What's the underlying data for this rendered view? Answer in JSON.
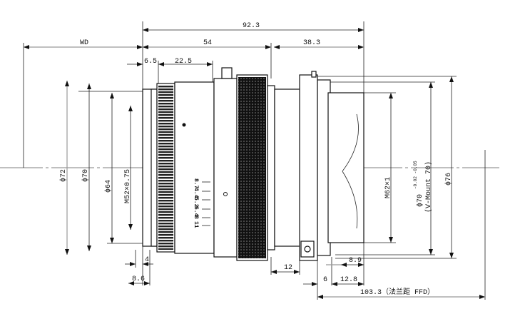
{
  "drawing": {
    "dims": {
      "overall": "92.3",
      "wd": "WD",
      "front_len": "54",
      "rear_len": "38.3",
      "front_offset": "6.5",
      "focus_ring_pos": "22.5",
      "d72": "ϕ72",
      "d70": "ϕ70",
      "d64": "ϕ64",
      "filter_thread": "M52×0.75",
      "mount_thread": "M62×1",
      "vmount_dia": "ϕ70",
      "vmount_tol": "-0.02 -0.05",
      "vmount_name": "(V-Mount 70)",
      "d76": "ϕ76",
      "dim_4": "4",
      "dim_8_6": "8.6",
      "dim_12": "12",
      "dim_8_9": "8.9",
      "dim_6": "6",
      "dim_12_8": "12.8",
      "ffd": "103.3（法兰距 FFD）"
    },
    "aperture_scale": [
      "8.7",
      "4.4",
      "5.2",
      "6.4",
      "8",
      "11"
    ]
  }
}
